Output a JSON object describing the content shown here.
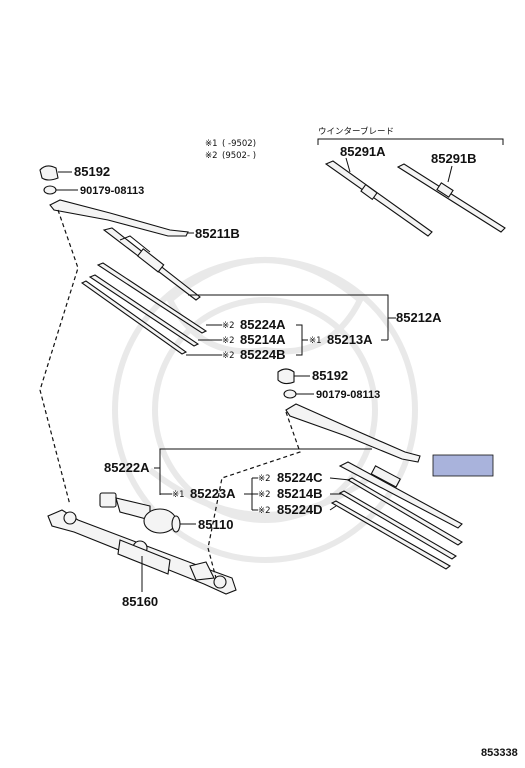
{
  "legend": {
    "note1_mark": "※1",
    "note1_text": "(      -9502)",
    "note2_mark": "※2",
    "note2_text": "(9502-      )"
  },
  "winter_blade_header": "ウインターブレード",
  "labels": {
    "p85291A": "85291A",
    "p85291B": "85291B",
    "p85192_top": "85192",
    "p90179_top": "90179-08113",
    "p85211B": "85211B",
    "p85212A": "85212A",
    "p85224A": "85224A",
    "p85214A": "85214A",
    "p85224B": "85224B",
    "p85213A": "85213A",
    "p85192_mid": "85192",
    "p90179_mid": "90179-08113",
    "p85222A": "85222A",
    "p85223A": "85223A",
    "p85224C": "85224C",
    "p85214B": "85214B",
    "p85224D": "85224D",
    "p85110": "85110",
    "p85160": "85160",
    "diagram_id": "853338"
  },
  "marks": {
    "m1": "※1",
    "m2": "※2"
  },
  "colors": {
    "highlight_box": "#a9b3dc",
    "line": "#111111",
    "watermark": "#e9e9e9"
  }
}
